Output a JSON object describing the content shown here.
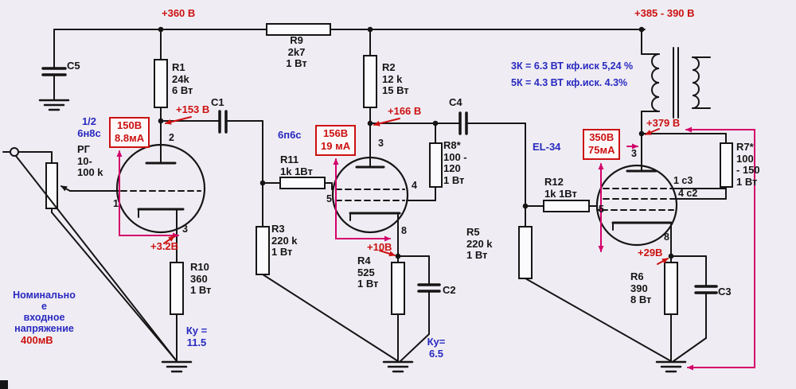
{
  "supply": {
    "v360": "+360 В",
    "v385": "+385 - 390 В",
    "r9": "R9\n2k7\n1 Вт",
    "c5": "C5"
  },
  "input": {
    "nominal": "Номинально\nе\nвходное\nнапряжение",
    "value": "400мВ",
    "pot": "РГ\n10-\n100 k"
  },
  "stage1": {
    "name": "1/2\n6н8с",
    "meas": "150В\n8.8мА",
    "plate_v": "+153 В",
    "r1": "R1\n24k\n6 Вт",
    "c1": "C1",
    "cathode_v": "+3.2В",
    "r10": "R10\n360\n1 Вт",
    "gain": "Ку =\n11.5",
    "pins": {
      "p2": "2",
      "p1": "1",
      "p3": "3"
    }
  },
  "stage2": {
    "name": "6п6с",
    "meas": "156В\n19 мА",
    "plate_v": "+166 В",
    "r2": "R2\n12 k\n15 Вт",
    "r3": "R3\n220 k\n1 Вт",
    "r11": "R11\n1k 1Вт",
    "c4": "C4",
    "r8": "R8*\n100 -\n120\n1 Вт",
    "cathode_v": "+10В",
    "r4": "R4\n525\n1 Вт",
    "c2": "C2",
    "gain": "Ку=\n6.5",
    "pins": {
      "p3": "3",
      "p4": "4",
      "p5": "5",
      "p8": "8"
    }
  },
  "stage3": {
    "name": "EL-34",
    "meas": "350В\n75мА",
    "plate_v": "+379 В",
    "spec1": "3К = 6.3 ВТ кф.иск 5,24 %",
    "spec2": "5К = 4.3 ВТ кф.иск. 4.3%",
    "r5": "R5\n220 k\n1 Вт",
    "r12": "R12\n1k 1Вт",
    "r7": "R7*\n100\n- 150\n1 Вт",
    "cathode_v": "+29В",
    "r6": "R6\n390\n8 Вт",
    "c3": "C3",
    "pins": {
      "p3": "3",
      "p1": "1 c3",
      "p4": "4 c2",
      "p5": "5",
      "p8": "8"
    }
  },
  "colors": {
    "wire": "#151515",
    "red": "#cc1111",
    "blue": "#2929c0",
    "magenta": "#d4006a"
  }
}
